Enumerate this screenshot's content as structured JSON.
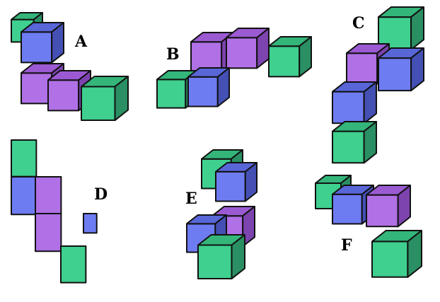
{
  "figure": {
    "labels": {
      "a": "A",
      "b": "B",
      "c": "C",
      "d": "D",
      "e": "E",
      "f": "F"
    },
    "colors": {
      "green": [
        "#3fcf8f",
        "#34b57a",
        "#2a8f62"
      ],
      "blue": [
        "#6e7cf2",
        "#5866d8",
        "#4450b4"
      ],
      "purple": [
        "#b070e6",
        "#9b5ad2",
        "#7d44b0"
      ]
    }
  }
}
